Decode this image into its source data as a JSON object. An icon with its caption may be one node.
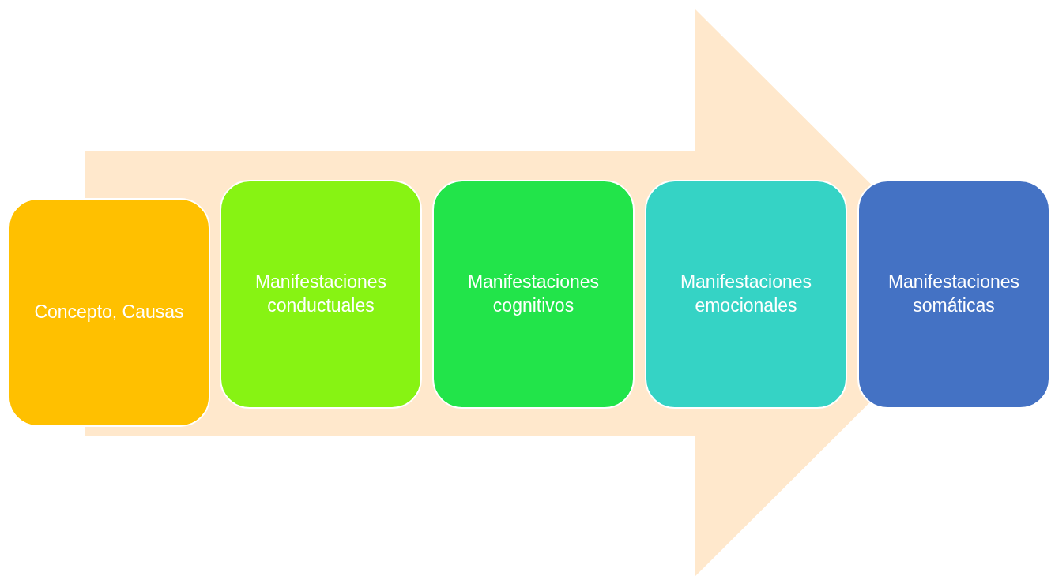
{
  "diagram": {
    "nodes": [
      {
        "text": [
          "Concepto, Causas"
        ]
      },
      {
        "text": [
          "Manifestaciones conductuales"
        ]
      },
      {
        "text": [
          "Manifestaciones cognitivos"
        ]
      },
      {
        "text": [
          "Manifestaciones emocionales"
        ]
      },
      {
        "text": [
          "Manifestaciones somáticas"
        ]
      }
    ],
    "edges": [
      {
        "from": 0,
        "to": 4,
        "arrow": "to"
      }
    ]
  }
}
